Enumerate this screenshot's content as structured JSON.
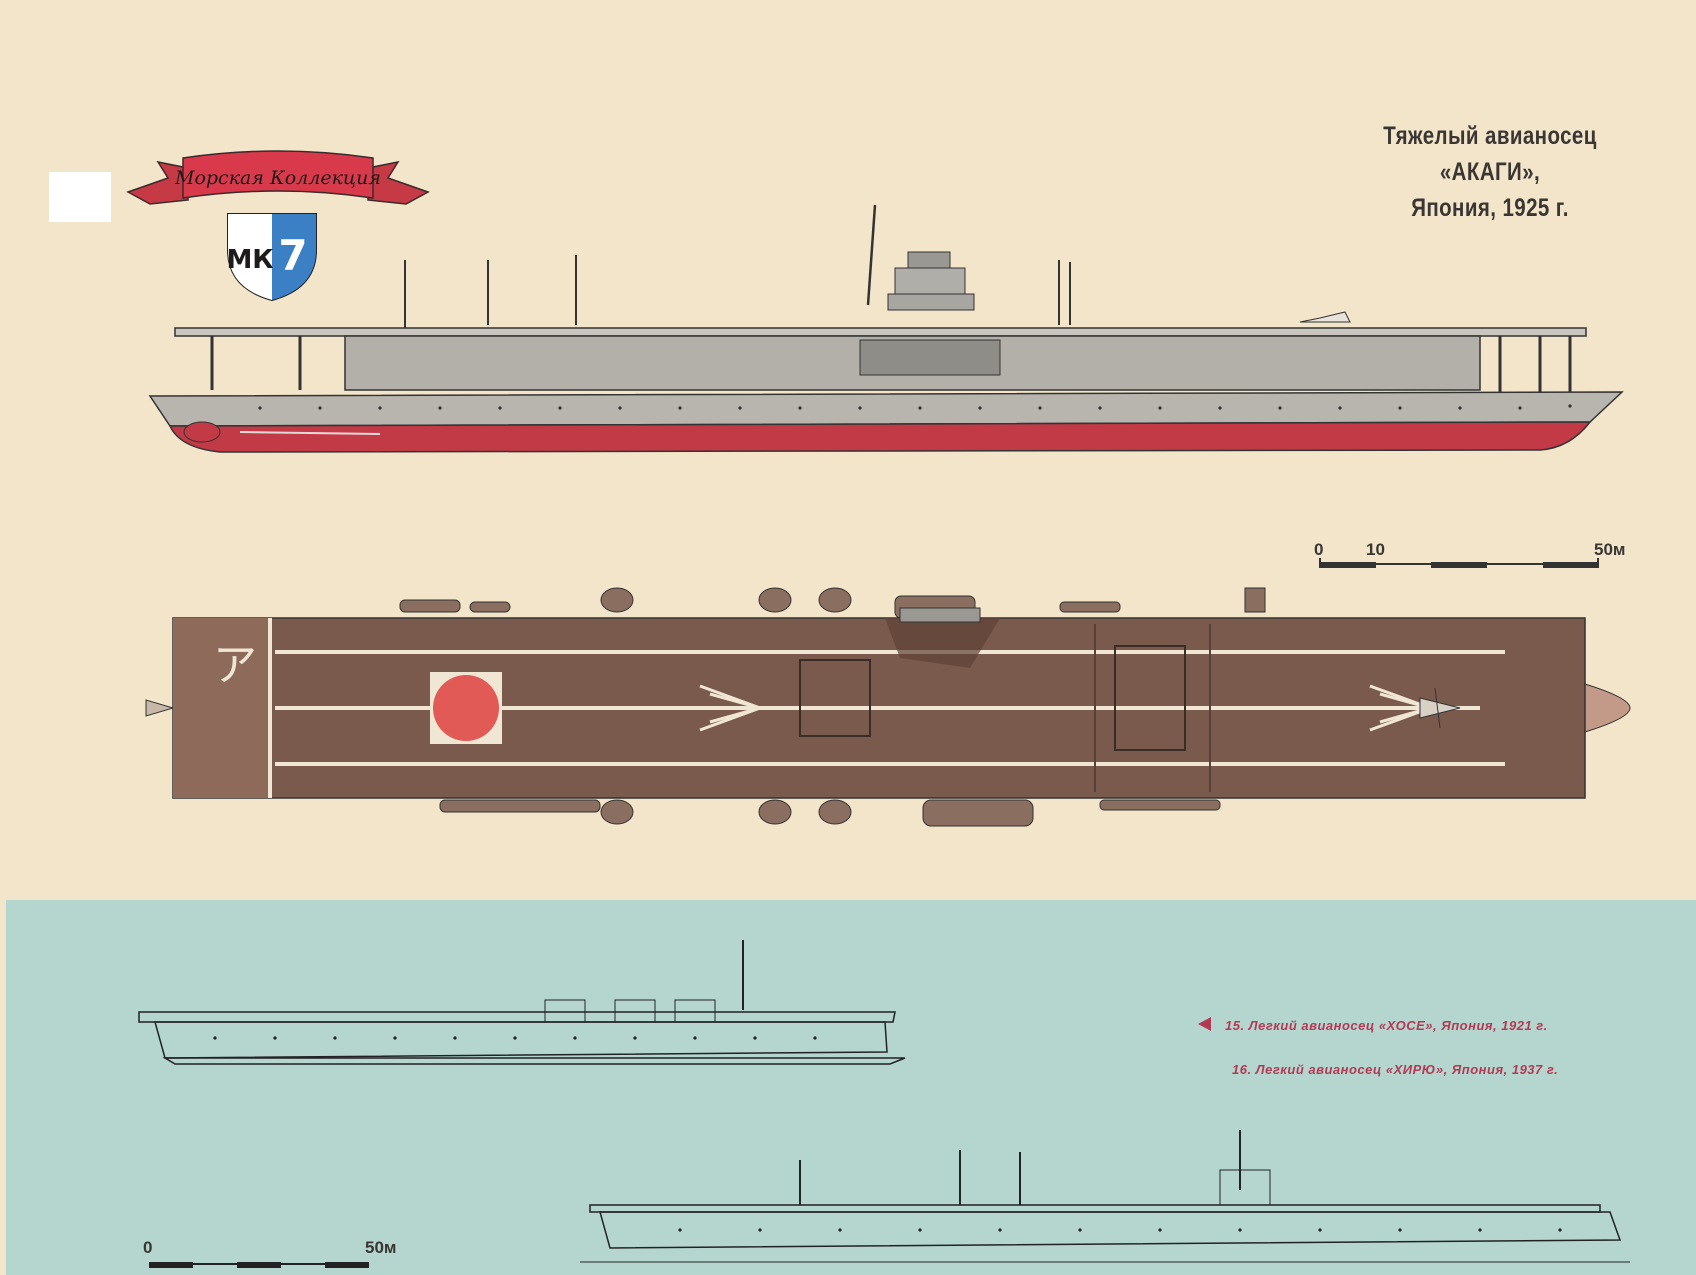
{
  "header": {
    "title_line1": "Тяжелый авианосец",
    "title_line2": "«АКАГИ»,",
    "title_line3": "Япония, 1925 г."
  },
  "logo": {
    "ribbon_text": "Морская Коллекция",
    "badge_letters": "МК",
    "badge_number": "7"
  },
  "deck_marking": "ア",
  "scale_top": {
    "labels": [
      "0",
      "10",
      "50м"
    ]
  },
  "scale_bottom": {
    "labels": [
      "0",
      "50м"
    ]
  },
  "captions": {
    "item15": "15. Легкий авианосец «ХОСЕ», Япония, 1921 г.",
    "item16": "16. Легкий авианосец «ХИРЮ», Япония, 1937 г."
  },
  "colors": {
    "paper": "#f3e5c9",
    "hull_red": "#c23a45",
    "hull_gray": "#b8b5af",
    "deck_brown": "#7a5a4c",
    "band_blue": "#b5d5cf",
    "caption": "#b23a55",
    "hinomaru": "#e25a55"
  }
}
